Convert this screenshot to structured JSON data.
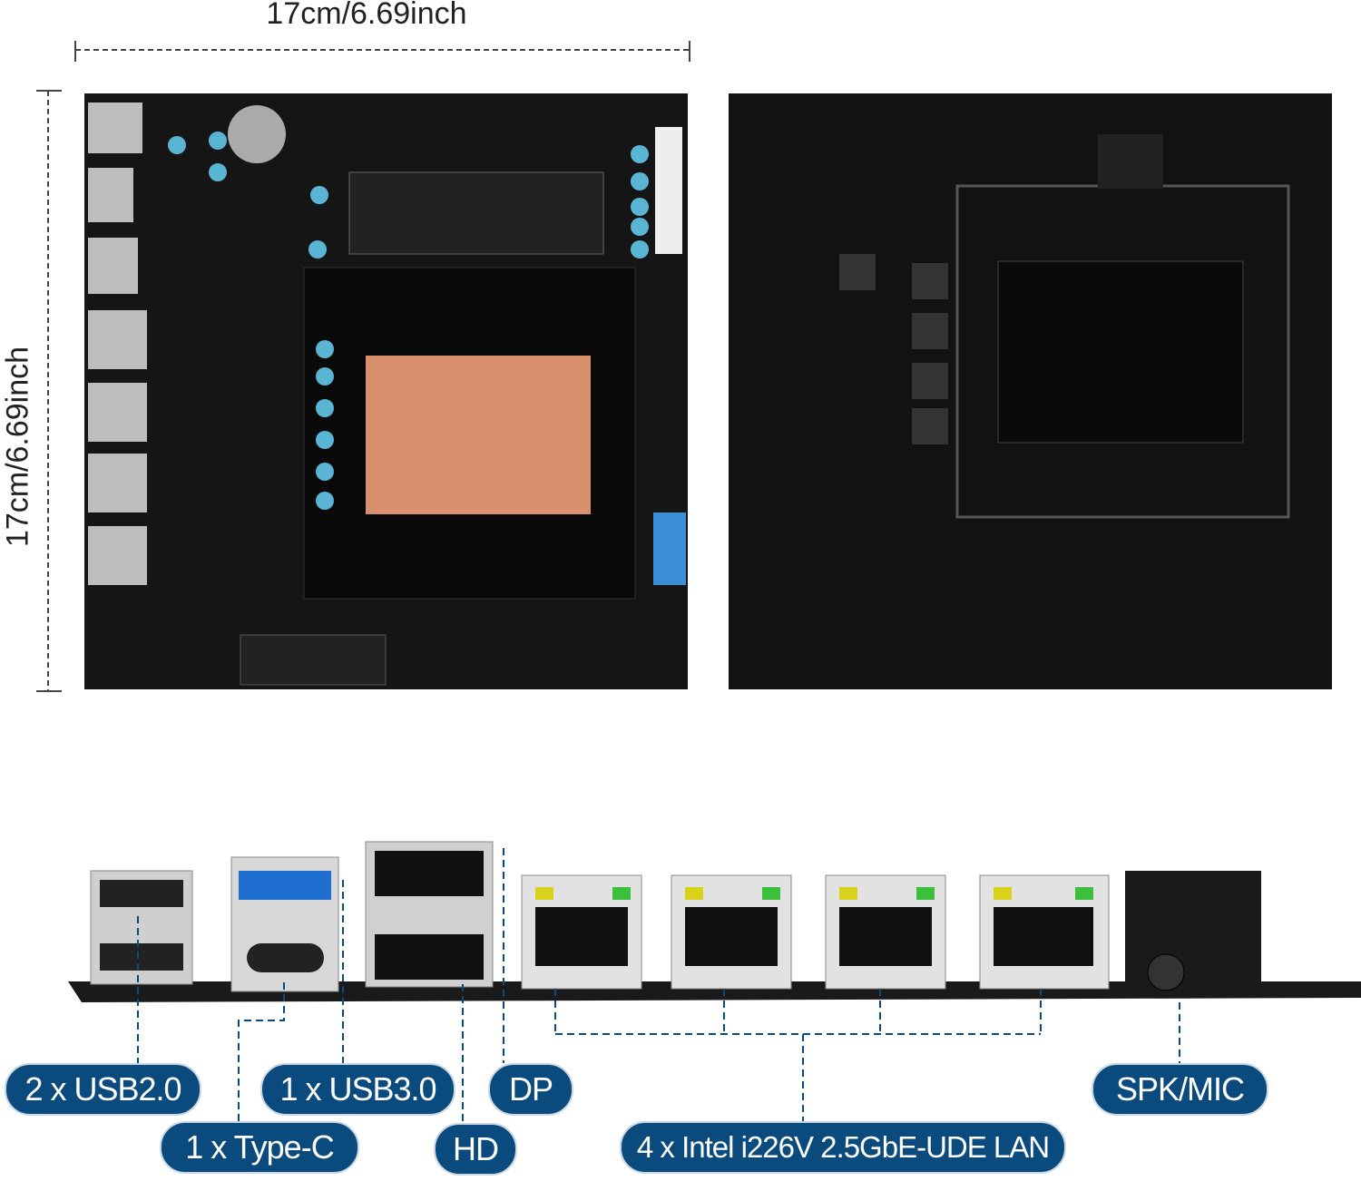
{
  "dimensions": {
    "width_label": "17cm/6.69inch",
    "height_label": "17cm/6.69inch"
  },
  "labels": {
    "usb2": "2 x USB2.0",
    "usb3": "1 x USB3.0",
    "dp": "DP",
    "spk_mic": "SPK/MIC",
    "type_c": "1 x Type-C",
    "hd": "HD",
    "lan": "4 x Intel i226V 2.5GbE-UDE LAN"
  },
  "colors": {
    "label_bg": "#0b4a7c",
    "board": "#111111",
    "copper": "#d9906c",
    "usb3_blue": "#1e6fd0",
    "lan_led_yellow": "#d8d21a",
    "lan_led_green": "#3cc03c"
  }
}
